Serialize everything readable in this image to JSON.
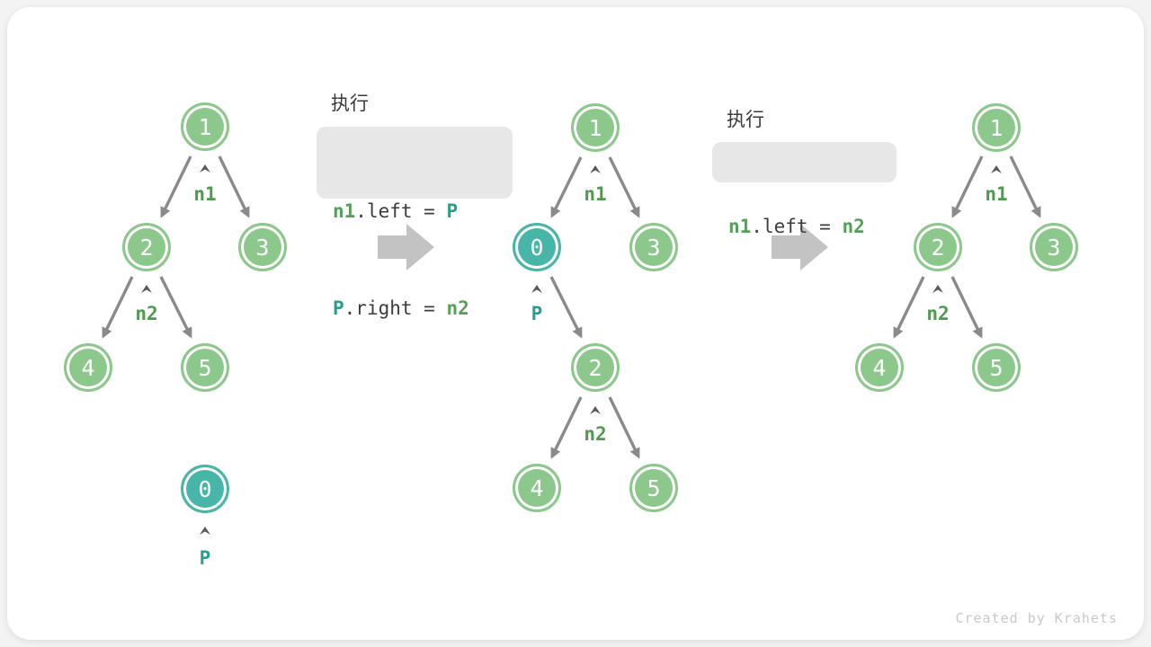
{
  "watermark": "Created by Krahets",
  "colors": {
    "node_green": "#8CC78B",
    "node_teal": "#48B5A9",
    "label_green": "#4E9B4E",
    "label_teal": "#2E9C91",
    "code_green": "#57A05A",
    "code_teal": "#2E9B8F",
    "code_text": "#3C3C3C",
    "code_bg": "#E7E7E7",
    "edge_gray": "#8A8A8A",
    "big_arrow_gray": "#C3C3C3",
    "watermark_gray": "#C9C9C9",
    "card_bg": "#FFFFFF",
    "page_bg": "#F2F3F2"
  },
  "icons": {
    "up_caret": "up-caret-icon",
    "big_arrow": "right-arrow"
  },
  "step1": {
    "tree": {
      "node1": "1",
      "node2": "2",
      "node3": "3",
      "node4": "4",
      "node5": "5",
      "label_n1": "n1",
      "label_n2": "n2",
      "lone_node": "0",
      "lone_label": "P"
    }
  },
  "exec1": {
    "title": "执行",
    "line1": {
      "tok1": "n1",
      "tok2": ".left = ",
      "tok3": "P"
    },
    "line2": {
      "tok1": "P",
      "tok2": ".right = ",
      "tok3": "n2"
    }
  },
  "step2": {
    "tree": {
      "node1": "1",
      "node0": "0",
      "node3": "3",
      "node2": "2",
      "node4": "4",
      "node5": "5",
      "label_n1": "n1",
      "label_p": "P",
      "label_n2": "n2"
    }
  },
  "exec2": {
    "title": "执行",
    "line1": {
      "tok1": "n1",
      "tok2": ".left = ",
      "tok3": "n2"
    }
  },
  "step3": {
    "tree": {
      "node1": "1",
      "node2": "2",
      "node3": "3",
      "node4": "4",
      "node5": "5",
      "label_n1": "n1",
      "label_n2": "n2"
    }
  }
}
